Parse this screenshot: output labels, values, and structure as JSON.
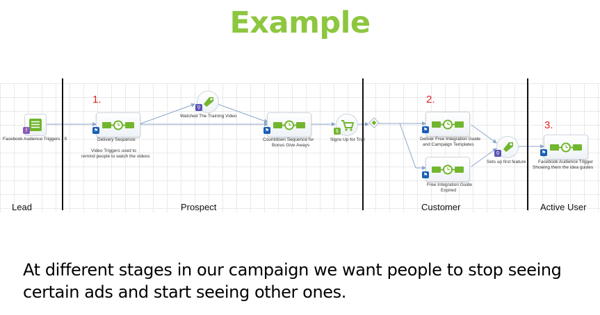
{
  "title": "Example",
  "colors": {
    "title": "#8dc63f",
    "step_number": "#e02020",
    "node_icon": "#71b62e",
    "flag": "#1b5fb5",
    "connector": "#8aa6c9"
  },
  "nodes": {
    "facebook_trigger_lead": {
      "label": "Facebook Audience Triggers - S",
      "icon": "list-icon"
    },
    "delivery_sequence": {
      "label": "Delivery Sequence",
      "note_lines": [
        "Video Triggers used to",
        "remind people to watch the videos"
      ],
      "icon": "timeline-icon"
    },
    "watched_video": {
      "label": "Watched The Training Video",
      "icon": "tag-icon"
    },
    "countdown_sequence": {
      "label_lines": [
        "Countdown Sequence for",
        "Bonus Give Aways"
      ],
      "icon": "timeline-icon"
    },
    "signs_up_trial": {
      "label": "Signs Up for Trial",
      "icon": "cart-icon"
    },
    "deliver_guide": {
      "label_lines": [
        "Deliver Free Integration Guide",
        "and Campaign Templates"
      ],
      "icon": "timeline-icon"
    },
    "guide_expired": {
      "label_lines": [
        "Free Integration Guide",
        "Expired"
      ],
      "icon": "timeline-icon"
    },
    "sets_up_feature": {
      "label": "Sets up first feature",
      "icon": "tag-icon"
    },
    "facebook_trigger_active": {
      "label_lines": [
        "Facebook Audience Trigger",
        "Showing them the idea guides"
      ],
      "icon": "timeline-icon"
    }
  },
  "steps": [
    "1.",
    "2.",
    "3."
  ],
  "stages": [
    "Lead",
    "Prospect",
    "Customer",
    "Active User"
  ],
  "caption_lines": [
    "At different stages in our campaign we want people to stop seeing",
    "certain ads and start seeing other ones."
  ]
}
